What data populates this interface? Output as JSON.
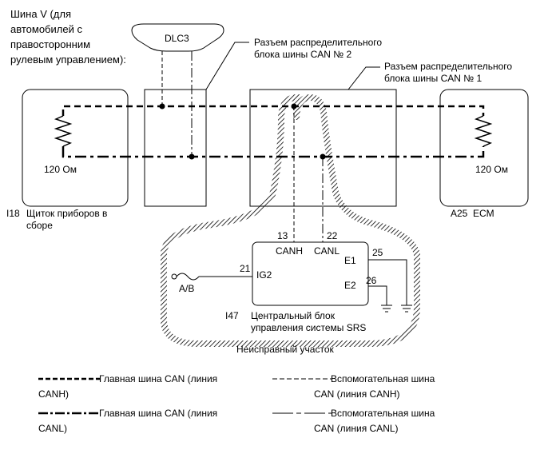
{
  "bus_v_note": [
    "Шина V (для",
    "автомобилей с",
    "правосторонним",
    "рулевым управлением):"
  ],
  "dlc3": "DLC3",
  "junction2": [
    "Разъем распределительного",
    "блока шины CAN № 2"
  ],
  "junction1": [
    "Разъем распределительного",
    "блока шины CAN № 1"
  ],
  "left_ecu": {
    "resistor": "120 Ом",
    "code": "I18",
    "name": [
      "Щиток приборов в",
      "сборе"
    ]
  },
  "right_ecu": {
    "resistor": "120 Ом",
    "code": "A25",
    "name": "ECM"
  },
  "srs": {
    "code": "I47",
    "name": [
      "Центральный блок",
      "управления системы SRS"
    ],
    "pins": {
      "canh_num": "13",
      "canl_num": "22",
      "canh": "CANH",
      "canl": "CANL",
      "ig2_num": "21",
      "ig2": "IG2",
      "e1_num": "25",
      "e1": "E1",
      "e2_num": "26",
      "e2": "E2"
    }
  },
  "fuse": "A/B",
  "faulty_area": "Неисправный участок",
  "legend": {
    "main_canh": [
      "Главная шина CAN (линия",
      "CANH)"
    ],
    "sub_canh": [
      "Вспомогательная шина",
      "CAN (линия CANH)"
    ],
    "main_canl": [
      "Главная шина CAN (линия",
      "CANL)"
    ],
    "sub_canl": [
      "Вспомогательная шина",
      "CAN (линия CANL)"
    ]
  }
}
